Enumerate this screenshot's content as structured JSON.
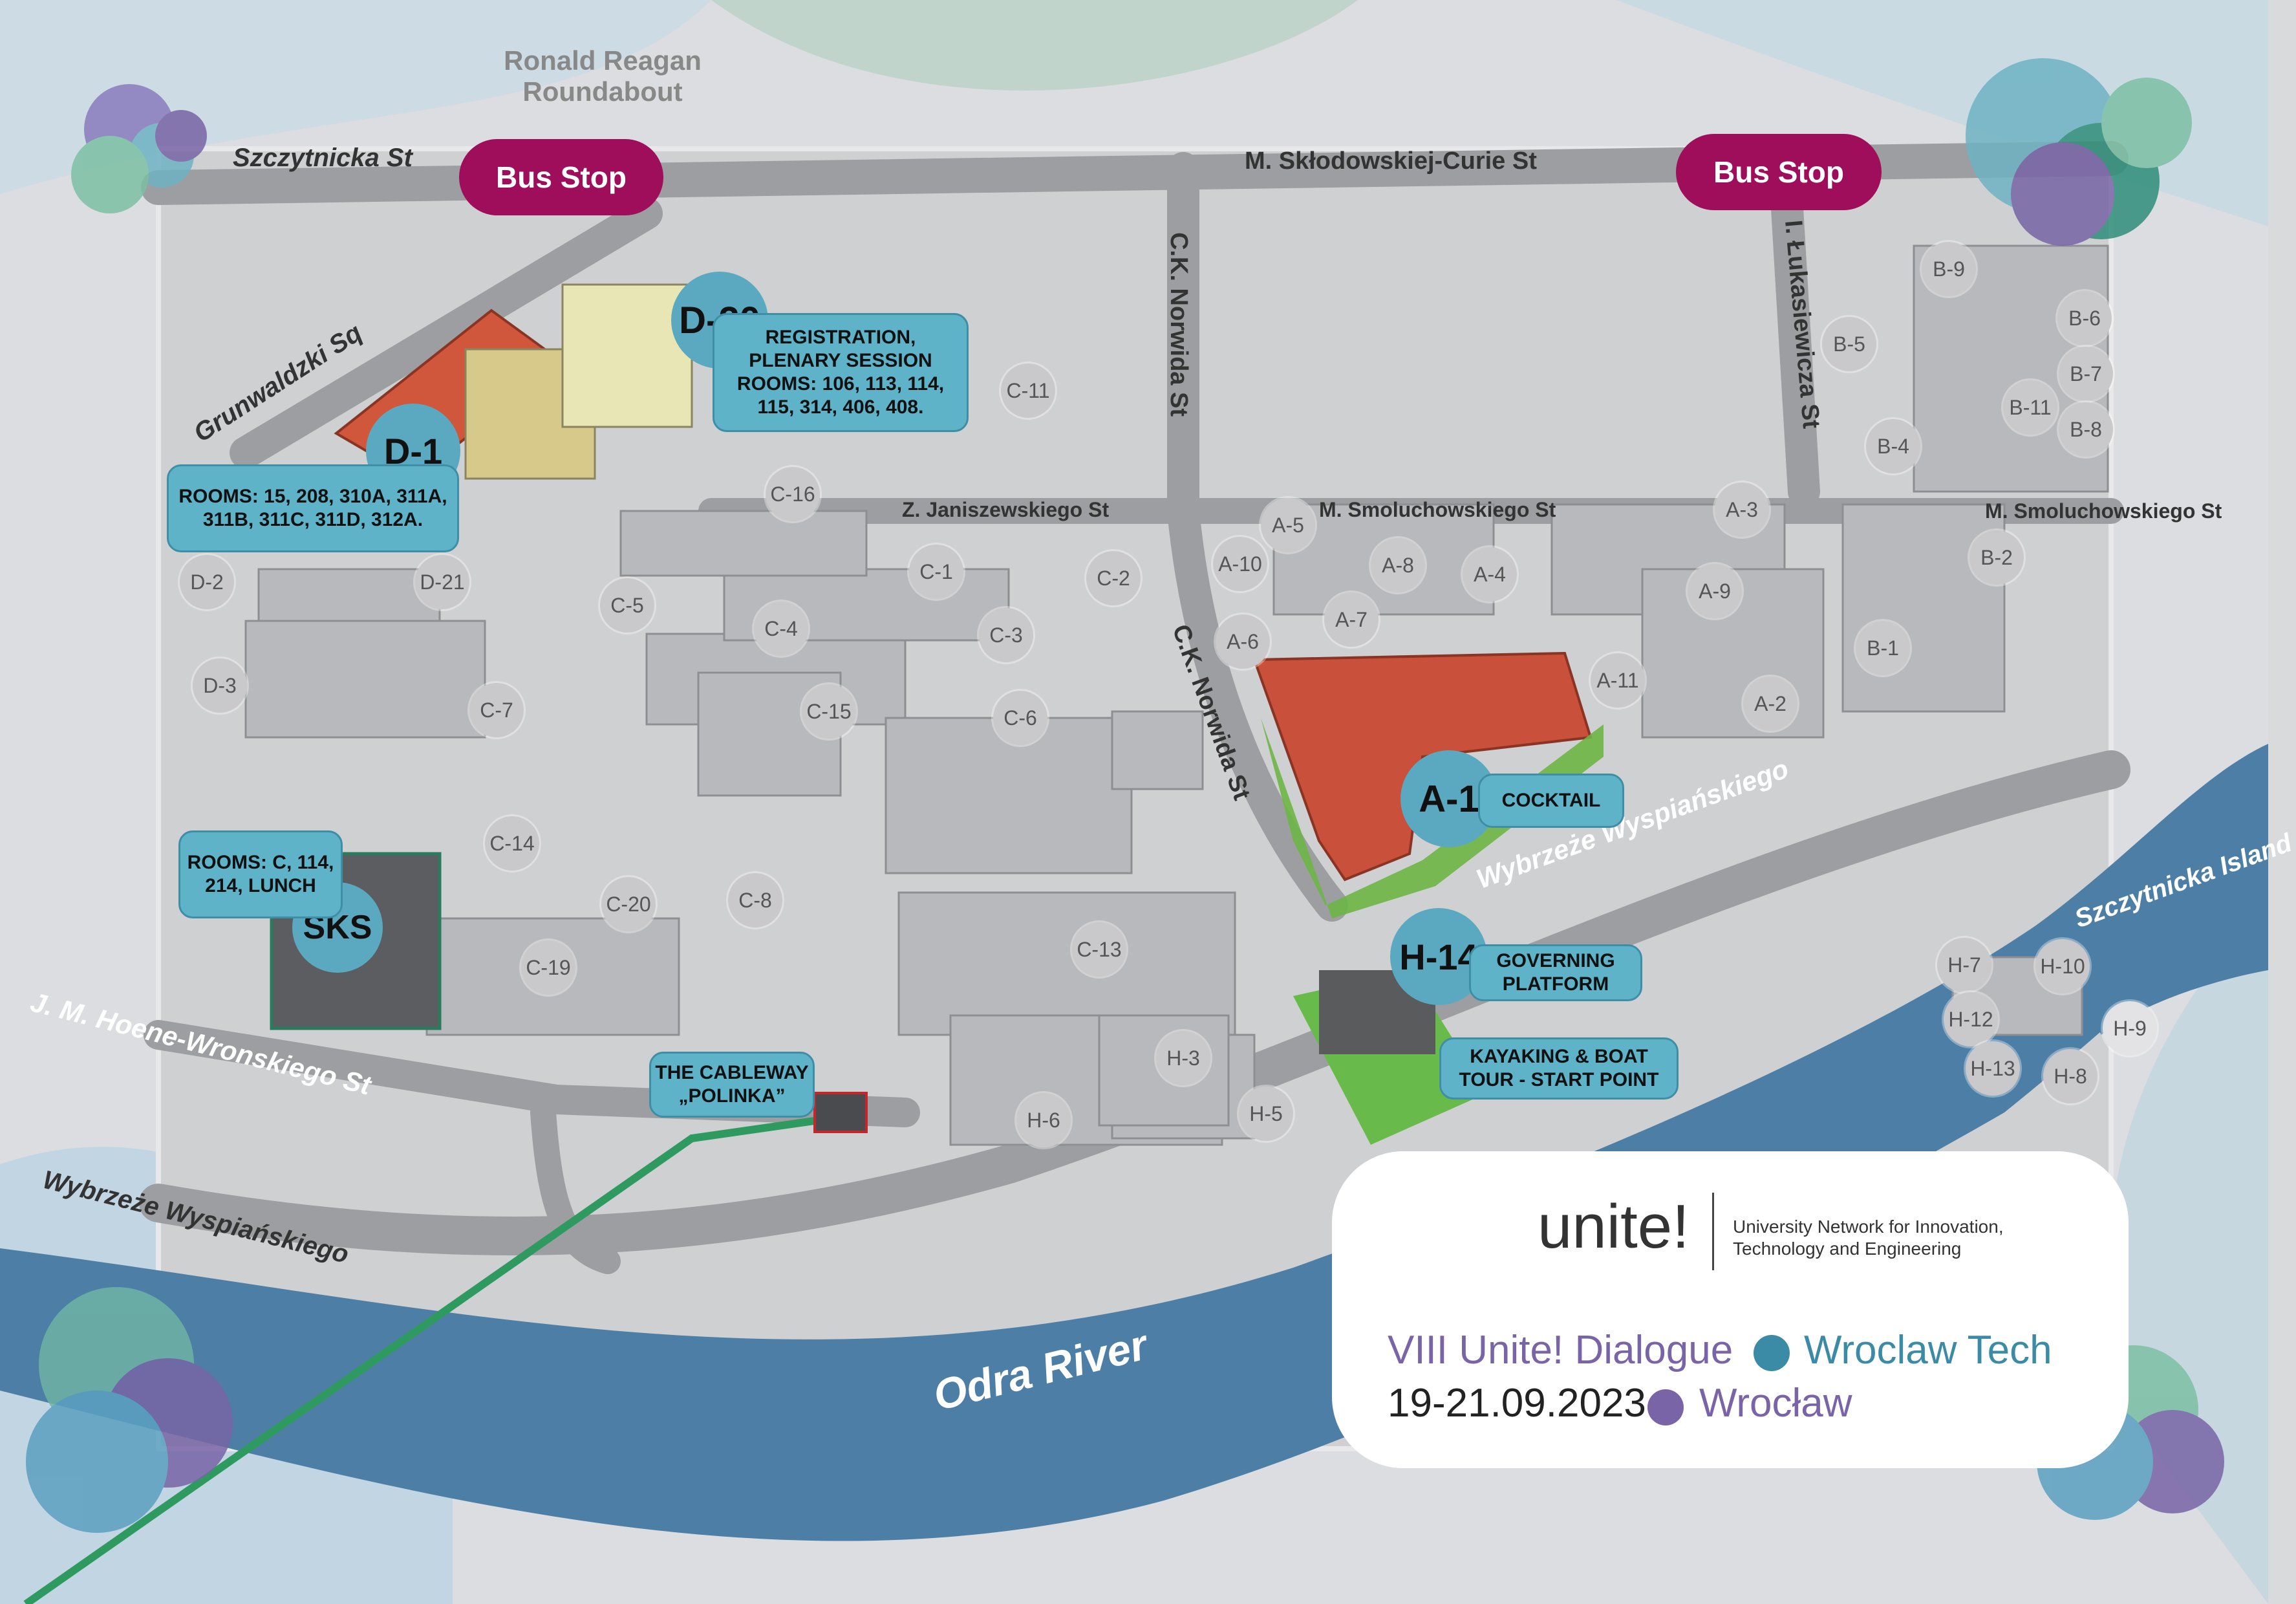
{
  "map": {
    "title_card": {
      "brand": "unite!",
      "brand_desc_line1": "University Network for Innovation,",
      "brand_desc_line2": "Technology and Engineering",
      "event_name": "VIII Unite! Dialogue",
      "host": "Wroclaw Tech",
      "dates": "19-21.09.2023",
      "city": "Wrocław"
    },
    "streets": {
      "ronald_line1": "Ronald Reagan",
      "ronald_line2": "Roundabout",
      "szczytnicka": "Szczytnicka St",
      "sklodowskiej": "M. Skłodowskiej-Curie St",
      "grunwaldzki": "Grunwaldzki Sq",
      "norwida_top": "C.K. Norwida St",
      "norwida_bottom": "C.K. Norwida St",
      "lukasiewicza": "I. Łukasiewicza St",
      "janiszewskiego": "Z. Janiszewskiego St",
      "smoluchowskiego_1": "M. Smoluchowskiego St",
      "smoluchowskiego_2": "M. Smoluchowskiego St",
      "wyspianskiego_right": "Wybrzeże Wyspiańskiego",
      "wyspianskiego_left": "Wybrzeże Wyspiańskiego",
      "hoene": "J. M. Hoene-Wronskiego St",
      "szczytnicka_island": "Szczytnicka Island",
      "river": "Odra River"
    },
    "bus_stops": [
      "Bus Stop",
      "Bus Stop"
    ],
    "buildings": [
      "B-9",
      "B-6",
      "B-5",
      "B-7",
      "B-11",
      "B-8",
      "B-4",
      "B-2",
      "B-1",
      "C-11",
      "C-16",
      "C-1",
      "C-2",
      "C-5",
      "C-4",
      "C-3",
      "C-15",
      "C-6",
      "C-7",
      "C-14",
      "C-20",
      "C-8",
      "C-19",
      "C-13",
      "D-2",
      "D-21",
      "D-3",
      "A-5",
      "A-8",
      "A-3",
      "A-10",
      "A-4",
      "A-9",
      "A-6",
      "A-7",
      "A-11",
      "A-2",
      "H-3",
      "H-6",
      "H-5",
      "H-7",
      "H-10",
      "H-12",
      "H-9",
      "H-13",
      "H-8"
    ],
    "key_points": {
      "d20": {
        "code": "D-20",
        "info": "REGISTRATION, PLENARY SESSION ROOMS: 106, 113, 114, 115, 314, 406, 408."
      },
      "d1": {
        "code": "D-1",
        "info": "ROOMS: 15, 208, 310A, 311A, 311B, 311C, 311D, 312A."
      },
      "a1": {
        "code": "A-1",
        "info": "COCKTAIL"
      },
      "h14": {
        "code": "H-14",
        "info": "GOVERNING PLATFORM"
      },
      "kayak": {
        "info": "KAYAKING & BOAT TOUR - START POINT"
      },
      "sks": {
        "code": "SKS",
        "info": "ROOMS: C, 114, 214, LUNCH"
      },
      "cableway": {
        "info": "THE CABLEWAY „POLINKA”"
      }
    },
    "colors": {
      "bus_stop": "#9e0e5b",
      "highlight": "#5fb3c9",
      "river": "#4d7fa6",
      "purple": "#7864a6",
      "teal": "#3b8ba6"
    }
  }
}
